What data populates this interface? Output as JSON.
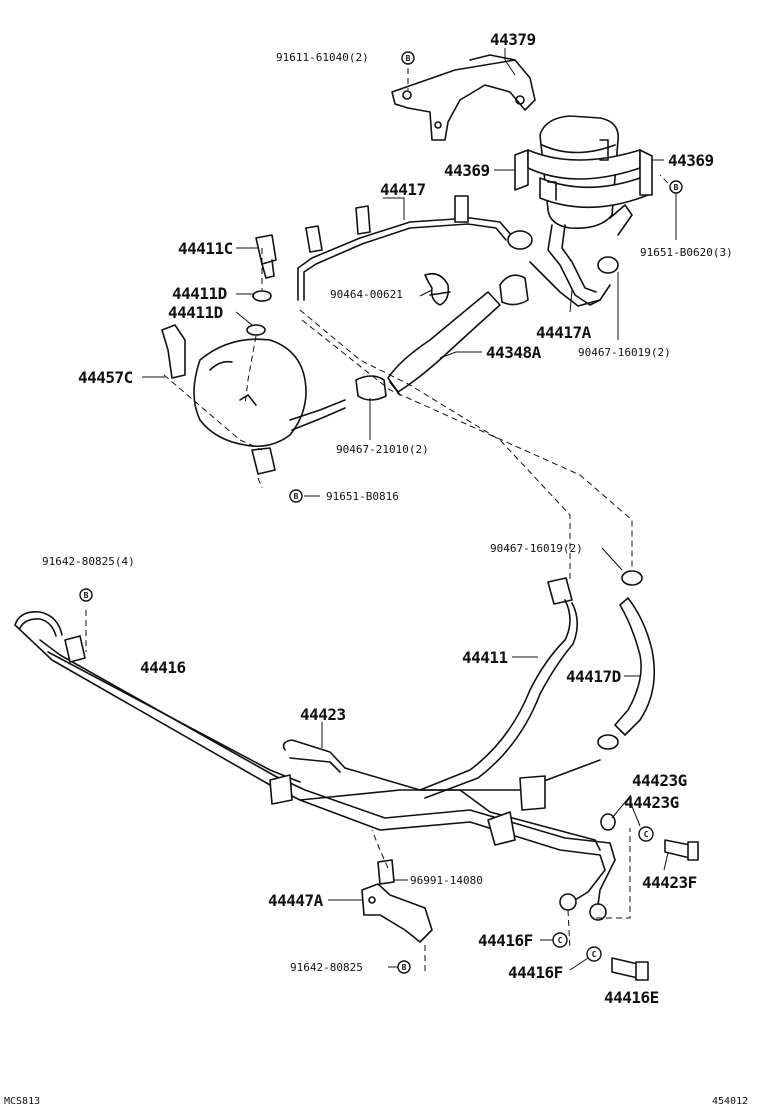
{
  "labels": {
    "p44379": "44379",
    "p91611": "91611-61040(2)",
    "p44369a": "44369",
    "p44369b": "44369",
    "p44417": "44417",
    "p91651b0620": "91651-B0620(3)",
    "p44411c": "44411C",
    "p44411d1": "44411D",
    "p44411d2": "44411D",
    "p90464": "90464-00621",
    "p44417a": "44417A",
    "p90467_16019a": "90467-16019(2)",
    "p44348a": "44348A",
    "p44457c": "44457C",
    "p90467_21010": "90467-21010(2)",
    "p91651b0816": "91651-B0816",
    "p90467_16019b": "90467-16019(2)",
    "p91642_80825_4": "91642-80825(4)",
    "p44416": "44416",
    "p44411": "44411",
    "p44417d": "44417D",
    "p44423": "44423",
    "p44423g1": "44423G",
    "p44423g2": "44423G",
    "p96991": "96991-14080",
    "p44423f": "44423F",
    "p44447a": "44447A",
    "p44416f1": "44416F",
    "p44416f2": "44416F",
    "p44416e": "44416E",
    "p91642_80825": "91642-80825",
    "code_left": "MCS813",
    "code_right": "454012"
  },
  "badges": {
    "b": "B",
    "c": "C"
  }
}
